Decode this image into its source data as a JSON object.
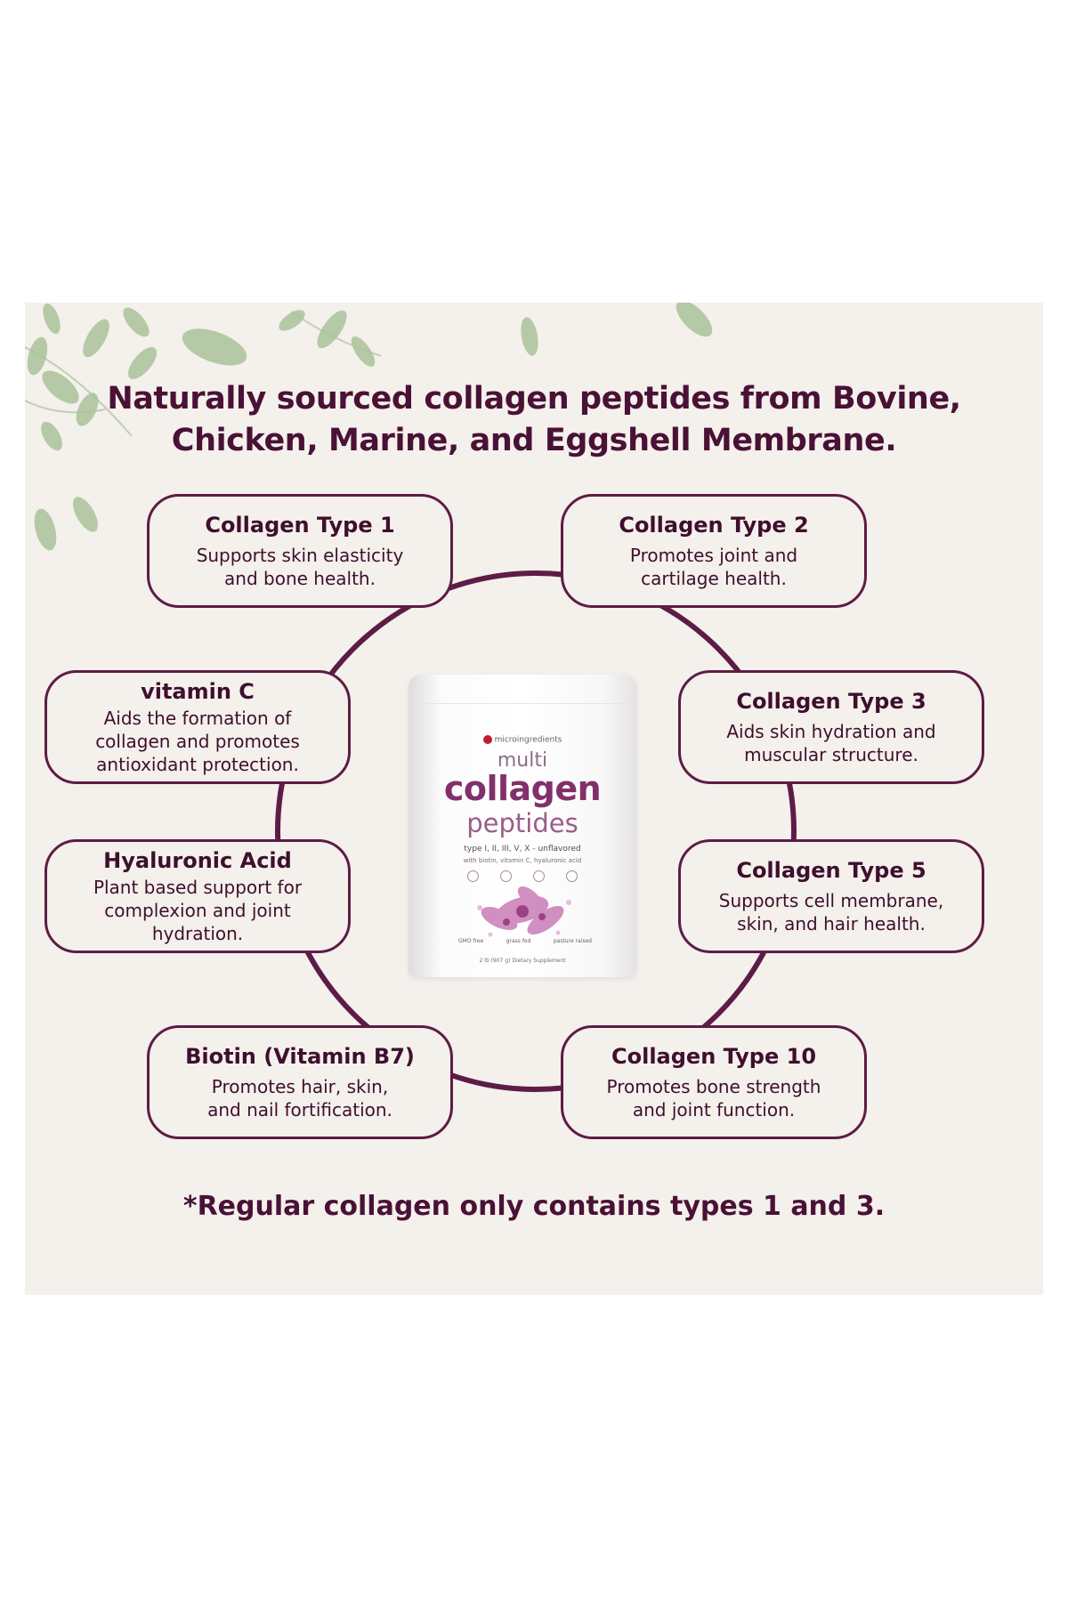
{
  "headline": {
    "line1": "Naturally sourced collagen peptides from Bovine,",
    "line2": "Chicken, Marine, and Eggshell Membrane."
  },
  "cards": {
    "type1": {
      "title": "Collagen Type 1",
      "line1": "Supports skin elasticity",
      "line2": "and bone health."
    },
    "type2": {
      "title": "Collagen Type 2",
      "line1": "Promotes joint and",
      "line2": "cartilage health."
    },
    "vitamin_c": {
      "title": "vitamin C",
      "line1": "Aids the formation of",
      "line2": "collagen and promotes",
      "line3": "antioxidant protection."
    },
    "type3": {
      "title": "Collagen Type 3",
      "line1": "Aids skin hydration and",
      "line2": "muscular structure."
    },
    "hyaluronic": {
      "title": "Hyaluronic Acid",
      "line1": "Plant based support for",
      "line2": "complexion and joint",
      "line3": "hydration."
    },
    "type5": {
      "title": "Collagen Type 5",
      "line1": "Supports cell membrane,",
      "line2": "skin, and hair health."
    },
    "biotin": {
      "title": "Biotin (Vitamin B7)",
      "line1": "Promotes hair, skin,",
      "line2": "and nail fortification."
    },
    "type10": {
      "title": "Collagen Type 10",
      "line1": "Promotes bone strength",
      "line2": "and joint function."
    }
  },
  "product": {
    "brand": "microingredients",
    "line_multi": "multi",
    "line_collagen": "collagen",
    "line_peptides": "peptides",
    "types_text": "type I, II, III, V, X - unflavored",
    "with_text": "with biotin, vitamin C, hyaluronic acid",
    "badge1": "GMO free",
    "badge2": "grass fed",
    "badge3": "pasture raised",
    "net_text": "2 lb (907 g) Dietary Supplement"
  },
  "footnote": "*Regular collagen only contains types 1 and 3.",
  "colors": {
    "text_plum": "#4a1136",
    "border_plum": "#5d1c45",
    "panel_bg": "#f4f0eb",
    "leaf_green": "#9fb98f"
  }
}
